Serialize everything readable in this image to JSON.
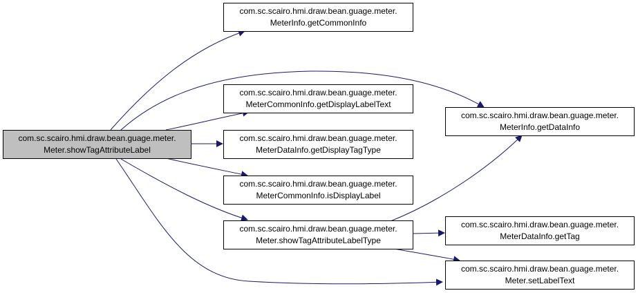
{
  "colors": {
    "edge": "#191970",
    "root_fill": "#bfbfbf",
    "node_fill": "#ffffff",
    "border": "#000000"
  },
  "nodes": [
    {
      "id": "root",
      "line1": "com.sc.scairo.hmi.draw.bean.guage.meter.",
      "line2": "Meter.showTagAttributeLabel"
    },
    {
      "id": "getCommonInfo",
      "line1": "com.sc.scairo.hmi.draw.bean.guage.meter.",
      "line2": "MeterInfo.getCommonInfo"
    },
    {
      "id": "getDisplayLabelText",
      "line1": "com.sc.scairo.hmi.draw.bean.guage.meter.",
      "line2": "MeterCommonInfo.getDisplayLabelText"
    },
    {
      "id": "getDisplayTagType",
      "line1": "com.sc.scairo.hmi.draw.bean.guage.meter.",
      "line2": "MeterDataInfo.getDisplayTagType"
    },
    {
      "id": "isDisplayLabel",
      "line1": "com.sc.scairo.hmi.draw.bean.guage.meter.",
      "line2": "MeterCommonInfo.isDisplayLabel"
    },
    {
      "id": "showTagAttributeLabelType",
      "line1": "com.sc.scairo.hmi.draw.bean.guage.meter.",
      "line2": "Meter.showTagAttributeLabelType"
    },
    {
      "id": "getDataInfo",
      "line1": "com.sc.scairo.hmi.draw.bean.guage.meter.",
      "line2": "MeterInfo.getDataInfo"
    },
    {
      "id": "getTag",
      "line1": "com.sc.scairo.hmi.draw.bean.guage.meter.",
      "line2": "MeterDataInfo.getTag"
    },
    {
      "id": "setLabelText",
      "line1": "com.sc.scairo.hmi.draw.bean.guage.meter.",
      "line2": "Meter.setLabelText"
    }
  ],
  "edges": [
    {
      "from": "root",
      "to": "getCommonInfo"
    },
    {
      "from": "root",
      "to": "getDataInfo"
    },
    {
      "from": "root",
      "to": "getDisplayLabelText"
    },
    {
      "from": "root",
      "to": "getDisplayTagType"
    },
    {
      "from": "root",
      "to": "isDisplayLabel"
    },
    {
      "from": "root",
      "to": "showTagAttributeLabelType"
    },
    {
      "from": "root",
      "to": "setLabelText"
    },
    {
      "from": "showTagAttributeLabelType",
      "to": "getDataInfo"
    },
    {
      "from": "showTagAttributeLabelType",
      "to": "getTag"
    },
    {
      "from": "showTagAttributeLabelType",
      "to": "setLabelText"
    }
  ]
}
